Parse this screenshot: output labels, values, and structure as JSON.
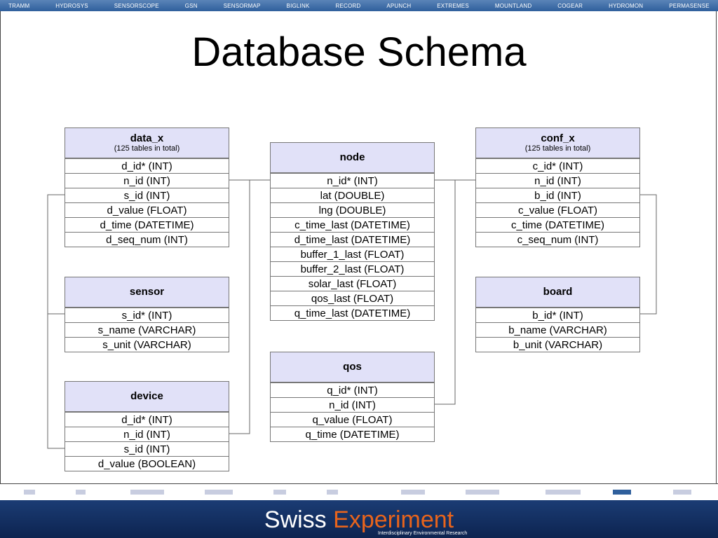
{
  "nav": [
    "TRAMM",
    "HYDROSYS",
    "SENSORSCOPE",
    "GSN",
    "SENSORMAP",
    "BIGLINK",
    "RECORD",
    "APUNCH",
    "EXTREMES",
    "MOUNTLAND",
    "COGEAR",
    "HYDROMON",
    "PERMASENSE"
  ],
  "slide": {
    "title": "Database Schema"
  },
  "tables": {
    "data_x": {
      "name": "data_x",
      "subtitle": "(125 tables in total)",
      "rows": [
        "d_id* (INT)",
        "n_id (INT)",
        "s_id (INT)",
        "d_value (FLOAT)",
        "d_time (DATETIME)",
        "d_seq_num (INT)"
      ]
    },
    "node": {
      "name": "node",
      "rows": [
        "n_id* (INT)",
        "lat (DOUBLE)",
        "lng (DOUBLE)",
        "c_time_last (DATETIME)",
        "d_time_last (DATETIME)",
        "buffer_1_last (FLOAT)",
        "buffer_2_last (FLOAT)",
        "solar_last (FLOAT)",
        "qos_last (FLOAT)",
        "q_time_last (DATETIME)"
      ]
    },
    "conf_x": {
      "name": "conf_x",
      "subtitle": "(125 tables in total)",
      "rows": [
        "c_id* (INT)",
        "n_id (INT)",
        "b_id (INT)",
        "c_value (FLOAT)",
        "c_time (DATETIME)",
        "c_seq_num (INT)"
      ]
    },
    "sensor": {
      "name": "sensor",
      "rows": [
        "s_id* (INT)",
        "s_name (VARCHAR)",
        "s_unit (VARCHAR)"
      ]
    },
    "board": {
      "name": "board",
      "rows": [
        "b_id* (INT)",
        "b_name (VARCHAR)",
        "b_unit (VARCHAR)"
      ]
    },
    "qos": {
      "name": "qos",
      "rows": [
        "q_id* (INT)",
        "n_id (INT)",
        "q_value (FLOAT)",
        "q_time (DATETIME)"
      ]
    },
    "device": {
      "name": "device",
      "rows": [
        "d_id* (INT)",
        "n_id (INT)",
        "s_id (INT)",
        "d_value (BOOLEAN)"
      ]
    }
  },
  "footer": {
    "brand_a": "Swiss",
    "brand_b": "Experiment",
    "tagline": "Interdisciplinary Environmental Research"
  },
  "colors": {
    "nav_bg": "#2f5f9c",
    "table_header_bg": "#e1e1f8",
    "footer_bg": "#0d2450",
    "brand_accent": "#e8641c"
  }
}
